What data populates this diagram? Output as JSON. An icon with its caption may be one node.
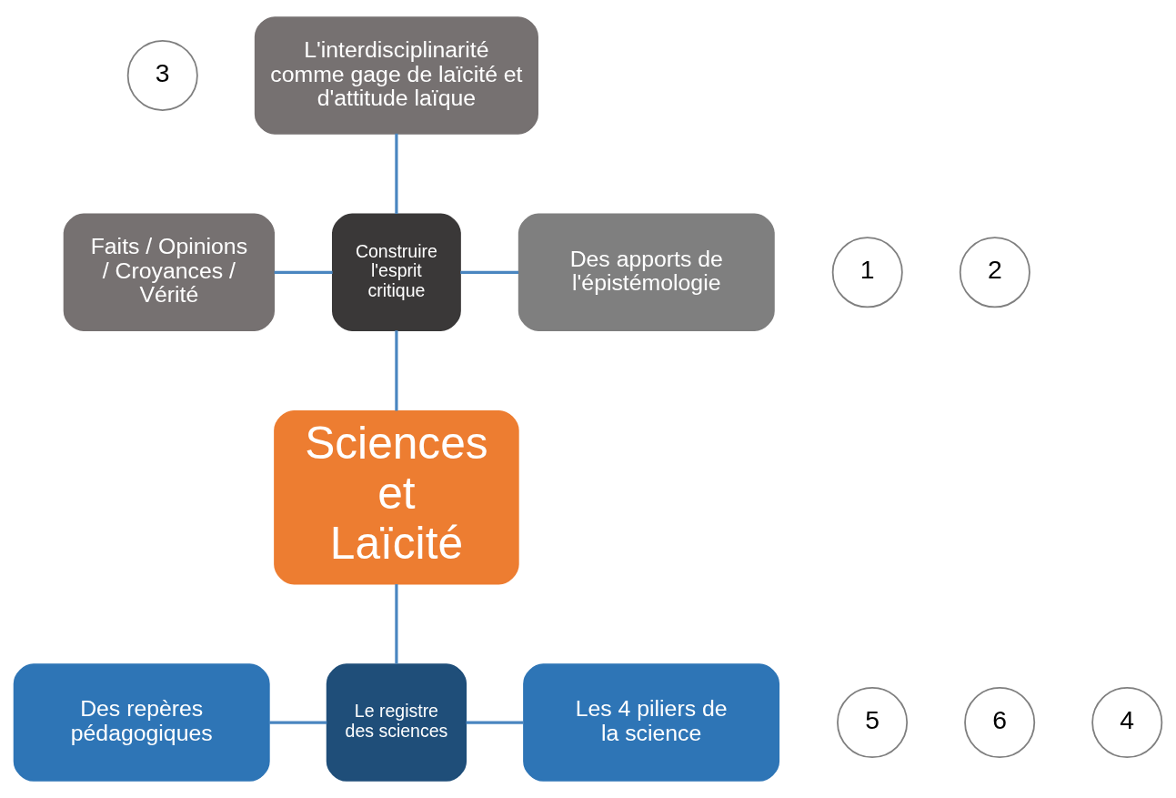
{
  "diagram": {
    "nodes": [
      {
        "text": [
          "3"
        ]
      },
      {
        "text": [
          "L'interdisciplinarité comme gage de laïcité et d'attitude laïque"
        ]
      },
      {
        "text": [
          "1"
        ]
      },
      {
        "text": [
          "Faits / Opinions / Croyances / Vérité"
        ]
      },
      {
        "text": [
          "2"
        ]
      },
      {
        "text": [
          "Construire l'esprit critique"
        ]
      },
      {
        "text": [
          "Des apports de l'épistémologie"
        ]
      },
      {
        "text": [
          "Sciences et Laïcité"
        ]
      },
      {
        "text": [
          "5"
        ]
      },
      {
        "text": [
          "Les 4 piliers de la science"
        ]
      },
      {
        "text": [
          "6"
        ]
      },
      {
        "text": [
          "Des repères pédagogiques"
        ]
      },
      {
        "text": [
          "4"
        ]
      },
      {
        "text": [
          "Le registre des sciences"
        ]
      }
    ],
    "edges": [
      {
        "from": 5,
        "to": 1,
        "arrow": "none"
      },
      {
        "from": 3,
        "to": 5,
        "arrow": "none"
      },
      {
        "from": 5,
        "to": 6,
        "arrow": "none"
      },
      {
        "from": 5,
        "to": 7,
        "arrow": "none"
      },
      {
        "from": 7,
        "to": 13,
        "arrow": "none"
      },
      {
        "from": 11,
        "to": 13,
        "arrow": "none"
      },
      {
        "from": 13,
        "to": 9,
        "arrow": "none"
      }
    ]
  }
}
